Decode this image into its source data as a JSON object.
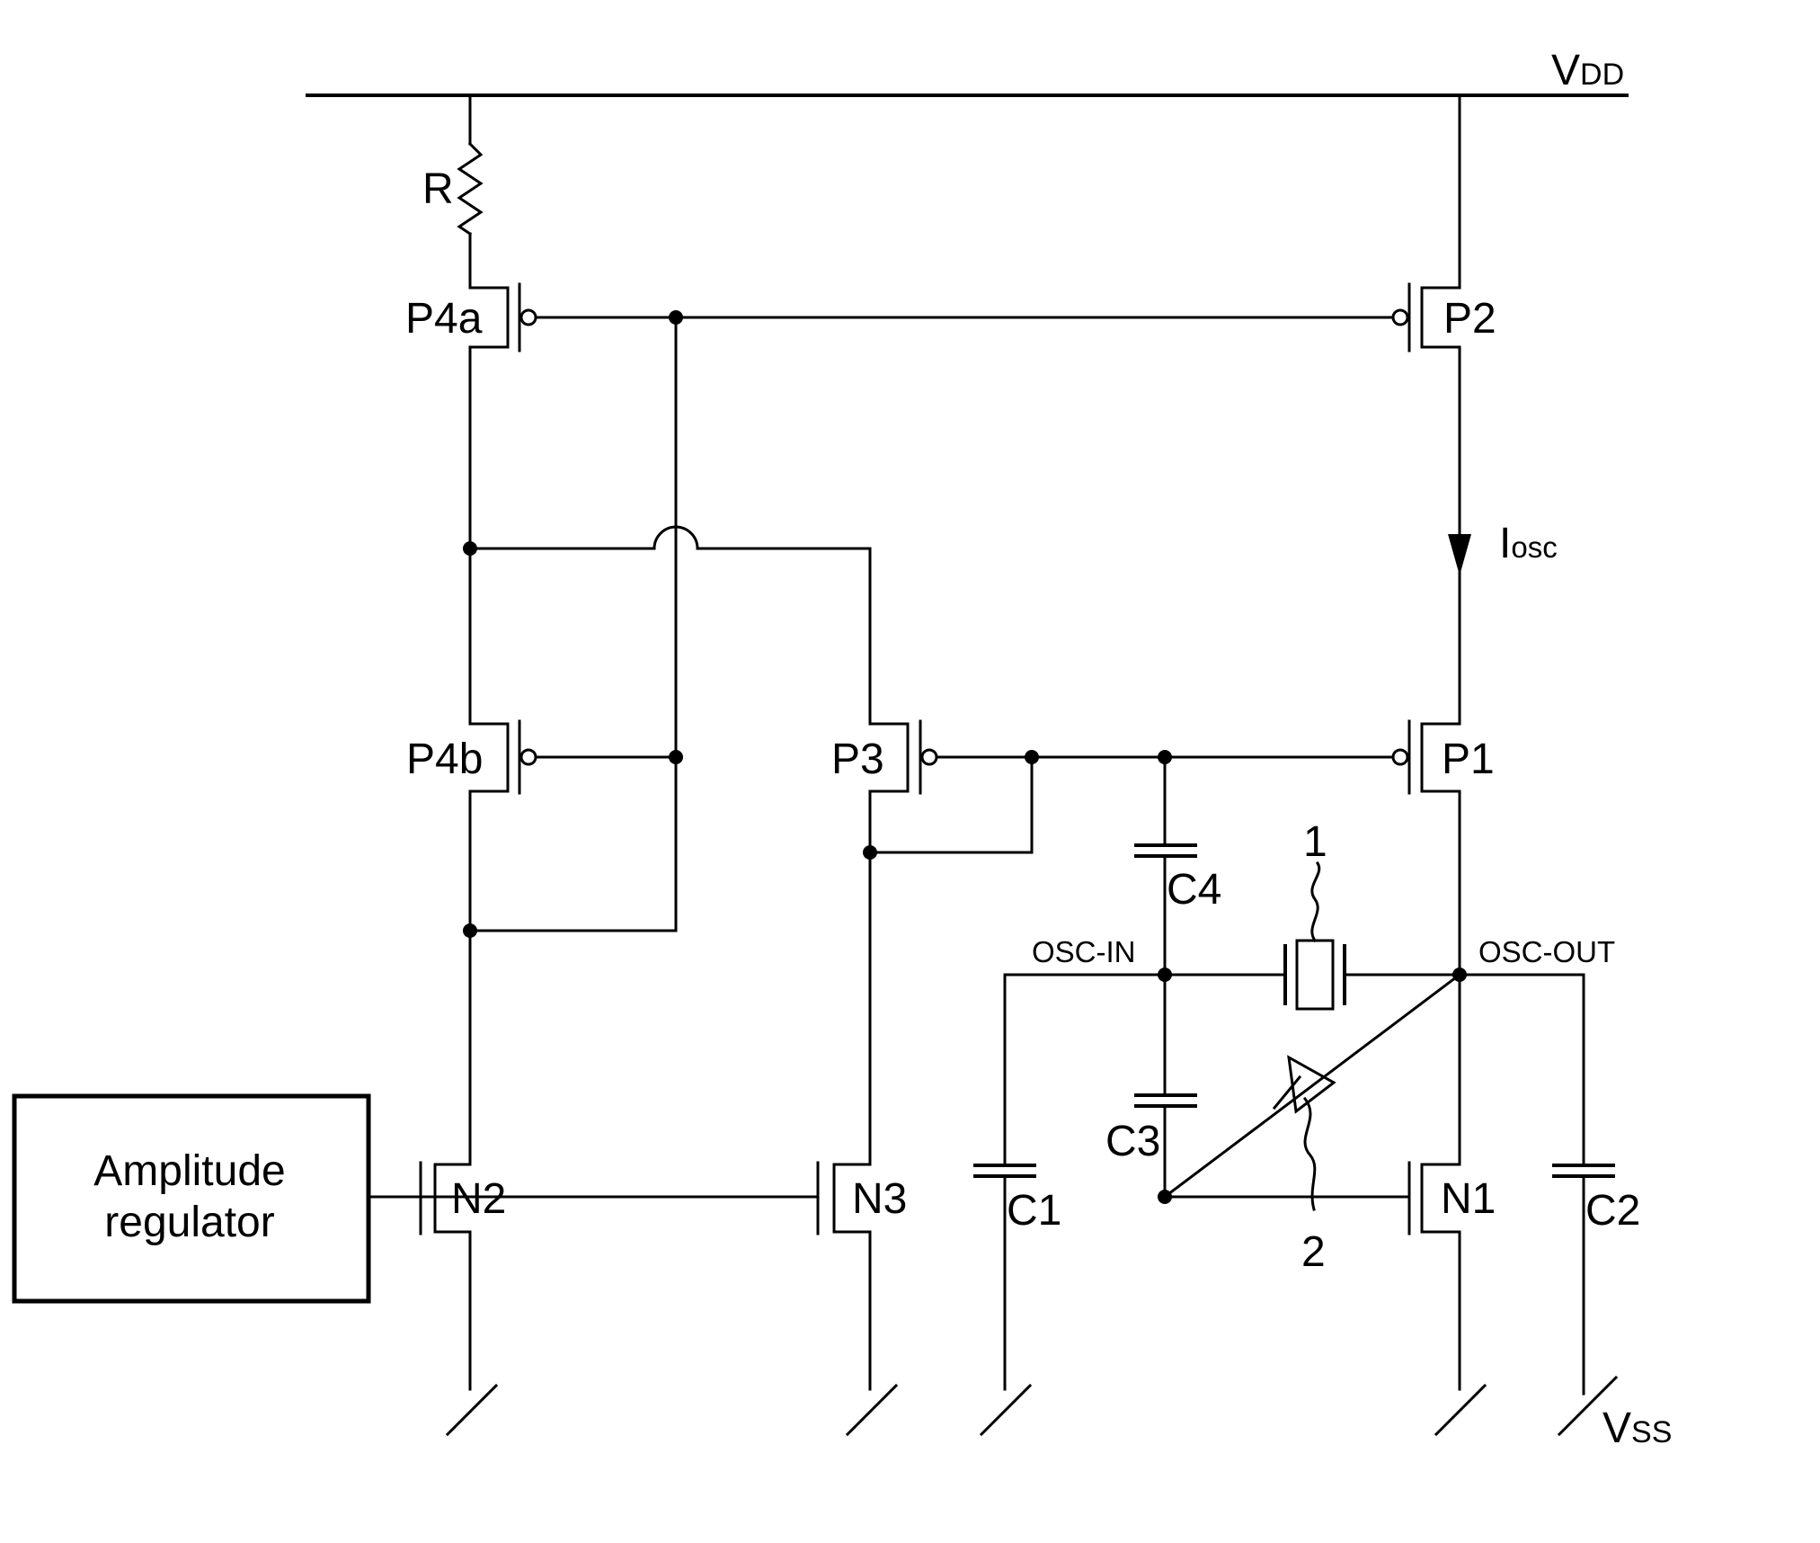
{
  "supply": {
    "vdd": "V",
    "vdd_sub": "DD",
    "vss": "V",
    "vss_sub": "SS"
  },
  "current": {
    "main": "I",
    "sub": "osc"
  },
  "components": {
    "resistor": "R",
    "p4a": "P4a",
    "p4b": "P4b",
    "p2": "P2",
    "p3": "P3",
    "p1": "P1",
    "n1": "N1",
    "n2": "N2",
    "n3": "N3",
    "c1": "C1",
    "c2": "C2",
    "c3": "C3",
    "c4": "C4"
  },
  "nodes": {
    "osc_in": "OSC-IN",
    "osc_out": "OSC-OUT"
  },
  "references": {
    "crystal": "1",
    "varactor": "2"
  },
  "regulator": {
    "line1": "Amplitude",
    "line2": "regulator"
  }
}
